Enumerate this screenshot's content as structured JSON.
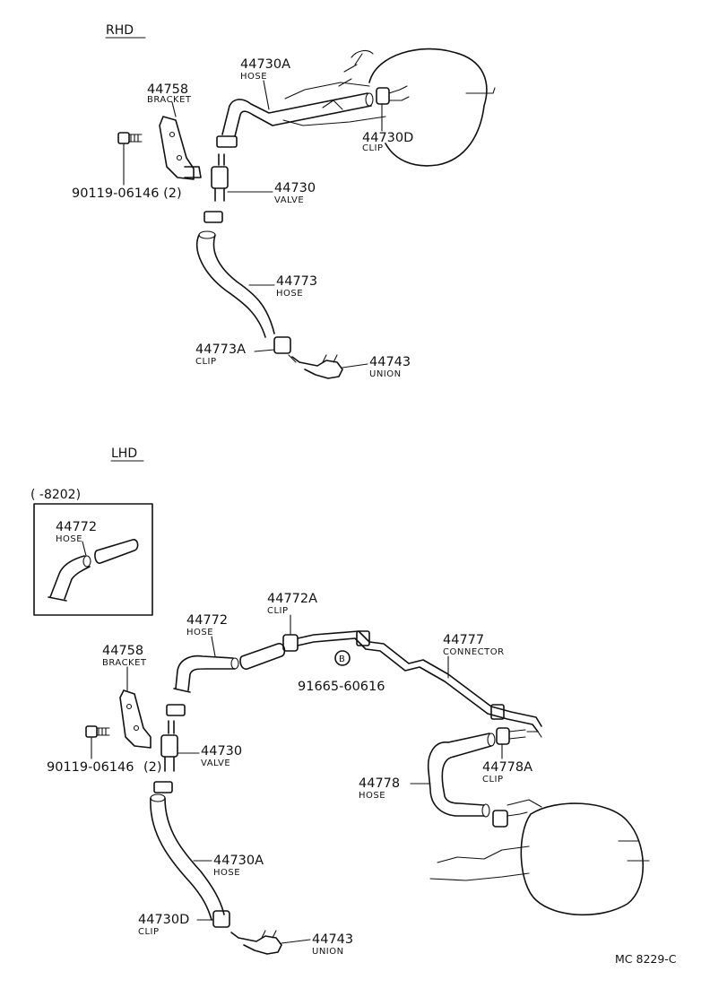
{
  "sections": {
    "rhd": "RHD",
    "lhd": "LHD",
    "inset_range": "(        -8202)"
  },
  "code": "MC 8229-C",
  "labels": {
    "rhd_44758_pn": "44758",
    "rhd_44758_nm": "BRACKET",
    "rhd_bolt_pn": "90119-06146 (2)",
    "rhd_44730A_pn": "44730A",
    "rhd_44730A_nm": "HOSE",
    "rhd_44730D_pn": "44730D",
    "rhd_44730D_nm": "CLIP",
    "rhd_44730_pn": "44730",
    "rhd_44730_nm": "VALVE",
    "rhd_44773_pn": "44773",
    "rhd_44773_nm": "HOSE",
    "rhd_44773A_pn": "44773A",
    "rhd_44773A_nm": "CLIP",
    "rhd_44743_pn": "44743",
    "rhd_44743_nm": "UNION",
    "inset_44772_pn": "44772",
    "inset_44772_nm": "HOSE",
    "lhd_44772A_pn": "44772A",
    "lhd_44772A_nm": "CLIP",
    "lhd_44772_pn": "44772",
    "lhd_44772_nm": "HOSE",
    "lhd_44777_pn": "44777",
    "lhd_44777_nm": "CONNECTOR",
    "lhd_b_mark": "B",
    "lhd_91655_pn": "91665-60616",
    "lhd_44758_pn": "44758",
    "lhd_44758_nm": "BRACKET",
    "lhd_44730_pn": "44730",
    "lhd_44730_nm": "VALVE",
    "lhd_bolt_pn": "90119-06146",
    "lhd_bolt_qty": "(2)",
    "lhd_44778_pn": "44778",
    "lhd_44778_nm": "HOSE",
    "lhd_44778A_pn": "44778A",
    "lhd_44778A_nm": "CLIP",
    "lhd_44730A_pn": "44730A",
    "lhd_44730A_nm": "HOSE",
    "lhd_44730D_pn": "44730D",
    "lhd_44730D_nm": "CLIP",
    "lhd_44743_pn": "44743",
    "lhd_44743_nm": "UNION"
  }
}
